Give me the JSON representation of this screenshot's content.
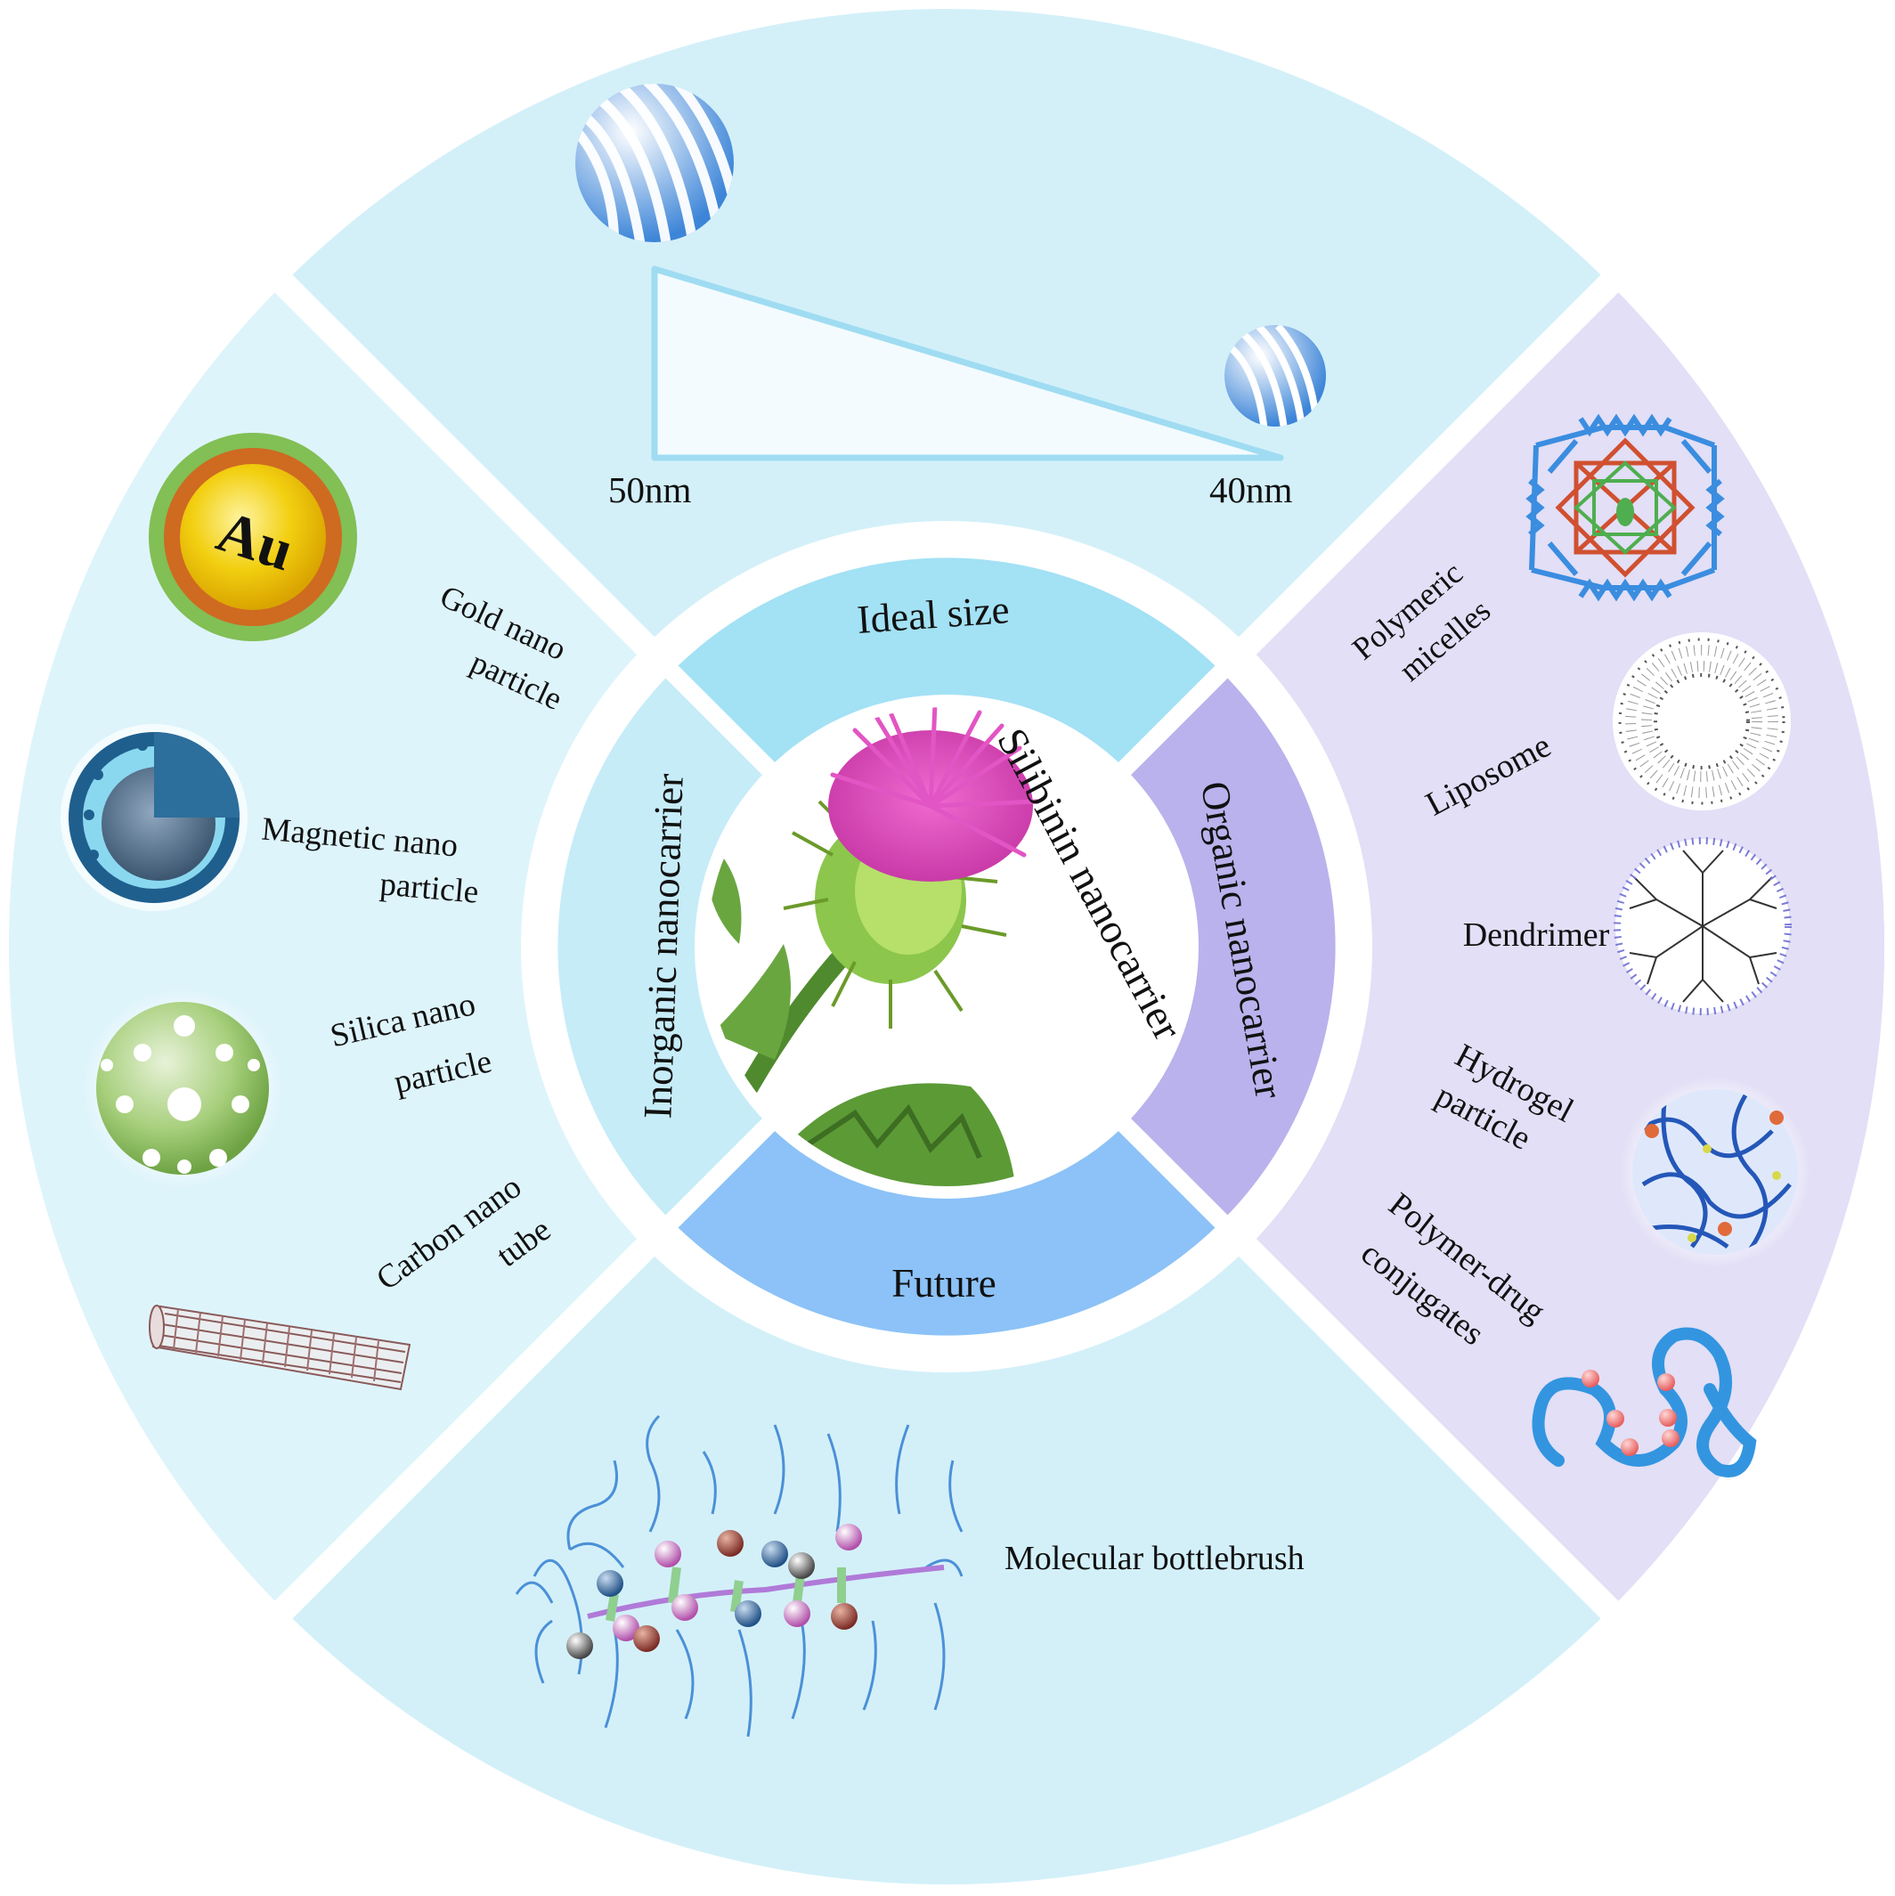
{
  "center": {
    "title": "Silibinin nanocarrier"
  },
  "inner_ring": {
    "top": "Ideal size",
    "bottom": "Future",
    "left": "Inorganic nanocarrier",
    "right": "Organic nanocarrier"
  },
  "ideal_size": {
    "large_label": "50nm",
    "small_label": "40nm"
  },
  "inorganic": {
    "gold_symbol": "Au",
    "gold_line1": "Gold nano",
    "gold_line2": "particle",
    "magnetic_line1": "Magnetic nano",
    "magnetic_line2": "particle",
    "silica_line1": "Silica nano",
    "silica_line2": "particle",
    "carbon_line1": "Carbon nano",
    "carbon_line2": "tube"
  },
  "organic": {
    "micelles_line1": "Polymeric",
    "micelles_line2": "micelles",
    "liposome": "Liposome",
    "dendrimer": "Dendrimer",
    "hydrogel_line1": "Hydrogel",
    "hydrogel_line2": "particle",
    "conjugates_line1": "Polymer-drug",
    "conjugates_line2": "conjugates"
  },
  "future": {
    "bottlebrush": "Molecular bottlebrush"
  },
  "colors": {
    "outer_blue": "#d3f0f9",
    "outer_lavender": "#e2dff6",
    "ring_top": "#a3e1f5",
    "ring_left": "#c6ecf8",
    "ring_right": "#b9b2ec",
    "ring_bottom": "#8cc2f7"
  }
}
